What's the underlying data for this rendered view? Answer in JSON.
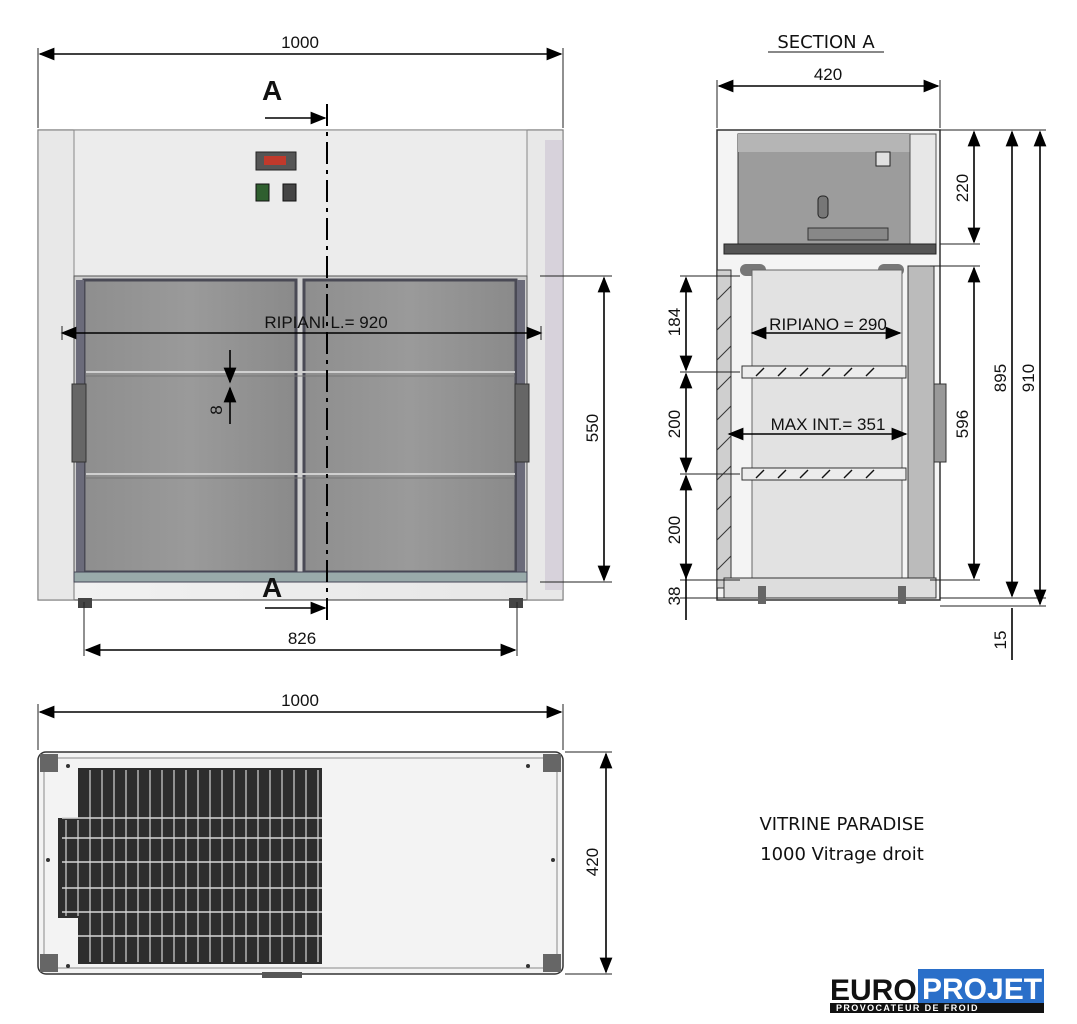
{
  "front": {
    "width": "1000",
    "section_marker": "A",
    "shelf_label": "RIPIANI L.= 920",
    "shelf_gap": "8",
    "height": "550",
    "feet_width": "826"
  },
  "section": {
    "title": "SECTION A",
    "width": "420",
    "top": "220",
    "shelf": "RIPIANO = 290",
    "max_int": "MAX INT.= 351",
    "h184": "184",
    "h200a": "200",
    "h200b": "200",
    "h38": "38",
    "h15": "15",
    "h595": "596",
    "h895": "895",
    "h910": "910"
  },
  "top_view": {
    "width": "1000",
    "depth": "420"
  },
  "caption": {
    "line1": "VITRINE PARADISE",
    "line2": "1000 Vitrage droit"
  },
  "logo": {
    "euro": "EURO",
    "projet": "PROJET",
    "tagline": "PROVOCATEUR DE FROID",
    "accent": "#2a6fc9"
  }
}
